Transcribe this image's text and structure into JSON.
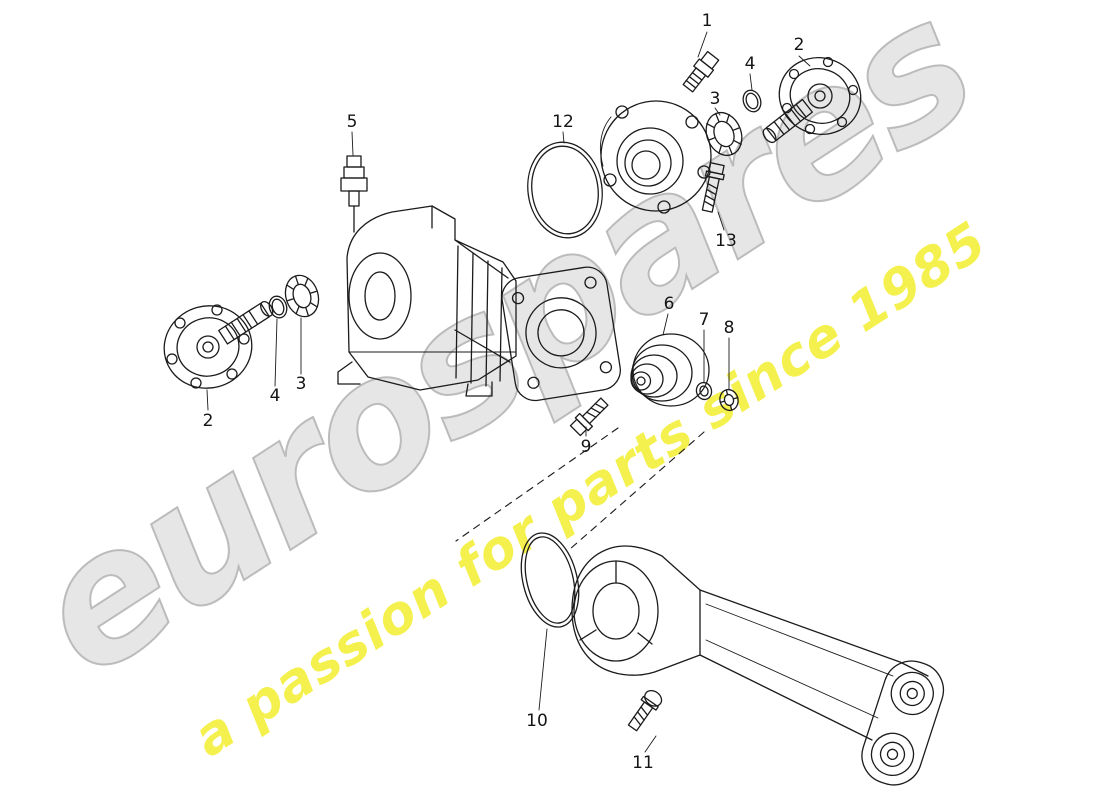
{
  "page": {
    "background": "#ffffff",
    "line_color": "#1b1b1b"
  },
  "watermark": {
    "brand": "eurospares",
    "tagline": "a passion for parts since 1985",
    "brand_color": "#d9d9d9",
    "tagline_color": "#f3ee3a"
  },
  "diagram": {
    "description": "exploded parts diagram of a front axle differential with numbered callouts",
    "callouts": [
      {
        "label": "1"
      },
      {
        "label": "4"
      },
      {
        "label": "2"
      },
      {
        "label": "3"
      },
      {
        "label": "5"
      },
      {
        "label": "12"
      },
      {
        "label": "13"
      },
      {
        "label": "6"
      },
      {
        "label": "7"
      },
      {
        "label": "8"
      },
      {
        "label": "2"
      },
      {
        "label": "4"
      },
      {
        "label": "3"
      },
      {
        "label": "9"
      },
      {
        "label": "10"
      },
      {
        "label": "11"
      }
    ]
  }
}
